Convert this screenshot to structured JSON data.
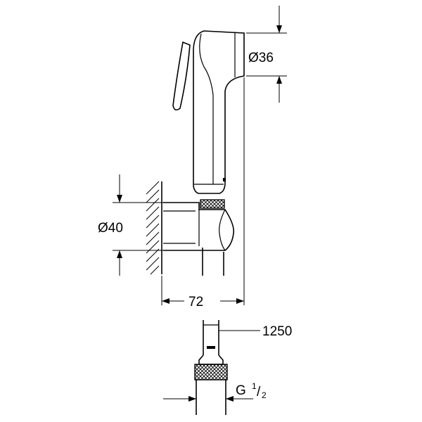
{
  "dimensions": {
    "head_diameter": "Ø36",
    "bracket_diameter": "Ø40",
    "projection": "72",
    "hose_length": "1250",
    "thread_main": "G",
    "thread_num": "1",
    "thread_den": "2"
  }
}
